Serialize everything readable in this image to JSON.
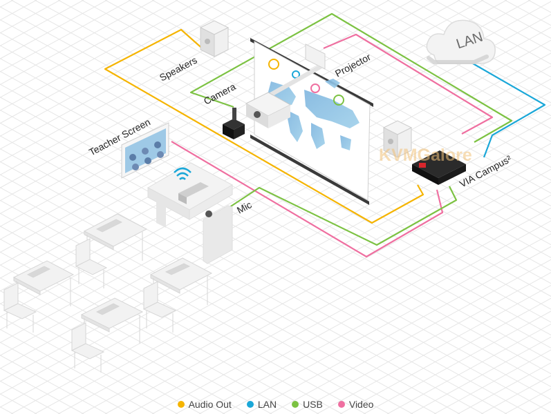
{
  "labels": {
    "speakers": "Speakers",
    "camera": "Camera",
    "projector": "Projector",
    "teacher_screen": "Teacher Screen",
    "mic": "Mic",
    "lan": "LAN",
    "via": "VIA Campus²",
    "watermark": "KVMGalore"
  },
  "legend": [
    {
      "label": "Audio Out",
      "color": "#f5b400"
    },
    {
      "label": "LAN",
      "color": "#1aa7d8"
    },
    {
      "label": "USB",
      "color": "#7cc242"
    },
    {
      "label": "Video",
      "color": "#ef6fa0"
    }
  ],
  "colors": {
    "audio": "#f5b400",
    "lan": "#1aa7d8",
    "usb": "#7cc242",
    "video": "#ef6fa0",
    "grid": "#e6e6e6"
  }
}
